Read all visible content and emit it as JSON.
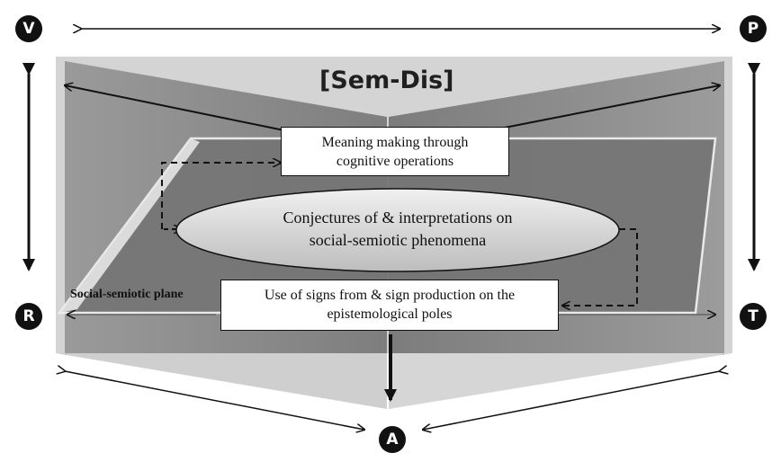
{
  "poles": {
    "top_left": "V",
    "top_right": "P",
    "bottom_left": "R",
    "bottom_right": "T",
    "bottom_center": "A"
  },
  "title": "[Sem-Dis]",
  "box_top": {
    "line1": "Meaning making through",
    "line2": "cognitive operations"
  },
  "ellipse": {
    "line1": "Conjectures of & interpretations on",
    "line2": "social-semiotic phenomena"
  },
  "box_bottom": {
    "line1": "Use of signs from & sign production on the",
    "line2": "epistemological poles"
  },
  "plane_label": "Social-semiotic plane",
  "colors": {
    "backdrop_light": "#c9c9c9",
    "backdrop_dark": "#8d8d8d",
    "plane": "#6f6f6f",
    "ellipse_fill": "#cfcfcf"
  }
}
